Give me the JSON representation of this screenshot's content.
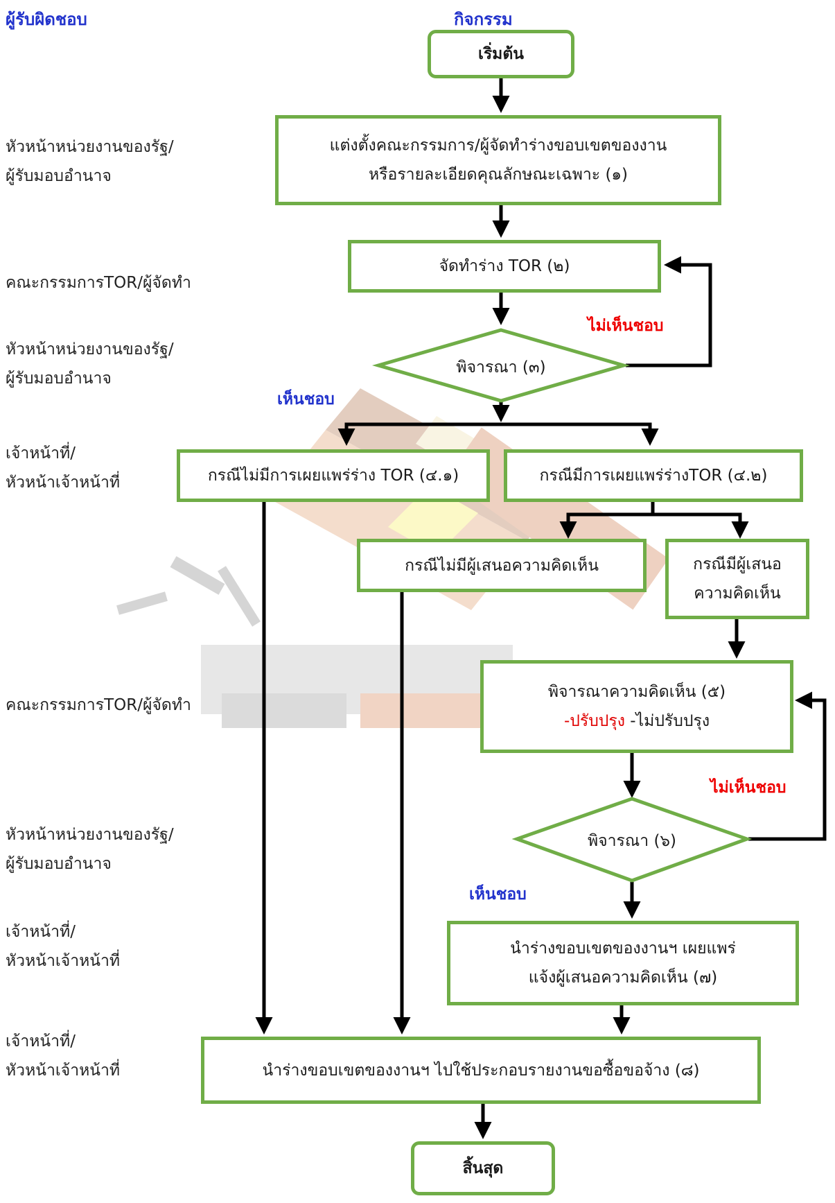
{
  "headers": {
    "responsible": "ผู้รับผิดชอบ",
    "activity": "กิจกรรม"
  },
  "roles": [
    [
      "หัวหน้าหน่วยงานของรัฐ/",
      "ผู้รับมอบอำนาจ"
    ],
    [
      "คณะกรรมการTOR/ผู้จัดทำ"
    ],
    [
      "หัวหน้าหน่วยงานของรัฐ/",
      "ผู้รับมอบอำนาจ"
    ],
    [
      " เจ้าหน้าที่/",
      "หัวหน้าเจ้าหน้าที่"
    ],
    [
      "คณะกรรมการTOR/ผู้จัดทำ"
    ],
    [
      "หัวหน้าหน่วยงานของรัฐ/",
      "ผู้รับมอบอำนาจ"
    ],
    [
      "เจ้าหน้าที่/",
      "หัวหน้าเจ้าหน้าที่"
    ],
    [
      "เจ้าหน้าที่/",
      "หัวหน้าเจ้าหน้าที่"
    ]
  ],
  "steps": {
    "start": "เริ่มต้น",
    "s1_line1": "แต่งตั้งคณะกรรมการ/ผู้จัดทำร่างขอบเขตของงาน",
    "s1_line2": "หรือรายละเอียดคุณลักษณะเฉพาะ (๑)",
    "s2": "จัดทำร่าง TOR (๒)",
    "s3": "พิจารณา (๓)",
    "s41": "กรณีไม่มีการเผยแพร่ร่าง TOR (๔.๑)",
    "s42": "กรณีมีการเผยแพร่ร่างTOR (๔.๒)",
    "no_comment": "กรณีไม่มีผู้เสนอความคิดเห็น",
    "has_comment_line1": "กรณีมีผู้เสนอ",
    "has_comment_line2": "ความคิดเห็น",
    "s5_line1": "พิจารณาความคิดเห็น (๕)",
    "s5_improve": "-ปรับปรุง",
    "s5_not_improve": " -ไม่ปรับปรุง",
    "s6": "พิจารณา (๖)",
    "s7_line1": "นำร่างขอบเขตของงานฯ เผยแพร่",
    "s7_line2": "แจ้งผู้เสนอความคิดเห็น (๗)",
    "s8": "นำร่างขอบเขตของงานฯ ไปใช้ประกอบรายงานขอซื้อขอจ้าง (๘)",
    "end": "สิ้นสุด"
  },
  "labels": {
    "disapprove_1": "ไม่เห็นชอบ",
    "approve_1": "เห็นชอบ",
    "disapprove_2": "ไม่เห็นชอบ",
    "approve_2": "เห็นชอบ"
  },
  "colors": {
    "box_border": "#70ad47",
    "header_blue": "#2233cc",
    "disapprove_red": "#ee0000"
  }
}
